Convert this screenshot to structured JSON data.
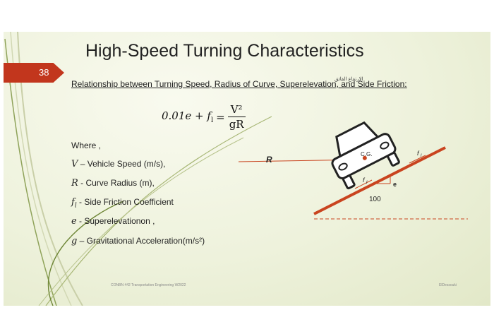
{
  "slide": {
    "number": "38",
    "title": "High-Speed Turning Characteristics",
    "subtitle": "Relationship between Turning Speed, Radius of Curve, Superelevation, and Side Friction:",
    "overlay_text": "الارتفاع الفائق",
    "formula": {
      "lhs": "0.01e + f",
      "lhs_sub": "l",
      "equals": "=",
      "numerator": "V²",
      "denominator": "gR"
    },
    "where_label": "Where ,",
    "definitions": [
      {
        "symbol": "V",
        "text": "– Vehicle Speed (m/s),"
      },
      {
        "symbol": "R",
        "text": "- Curve Radius (m),"
      },
      {
        "symbol": "f",
        "symbol_sub": "l",
        "text": "- Side Friction Coefficient"
      },
      {
        "symbol": "e",
        "text": "- Superelevationon ,"
      },
      {
        "symbol": "g",
        "text": "– Gravitational Acceleration(m/s²)"
      }
    ],
    "diagram": {
      "r_label": "R",
      "cg_label": "C.G.",
      "fl_label": "f",
      "fl_sub": "l",
      "e_label": "e",
      "run_label": "100"
    },
    "footer_left": "CONBN 442 Transportation Engineering   W2022",
    "footer_right": "ElDessouki"
  },
  "colors": {
    "accent": "#c2361d",
    "road": "#c9441f",
    "background": "#eef2dc"
  }
}
